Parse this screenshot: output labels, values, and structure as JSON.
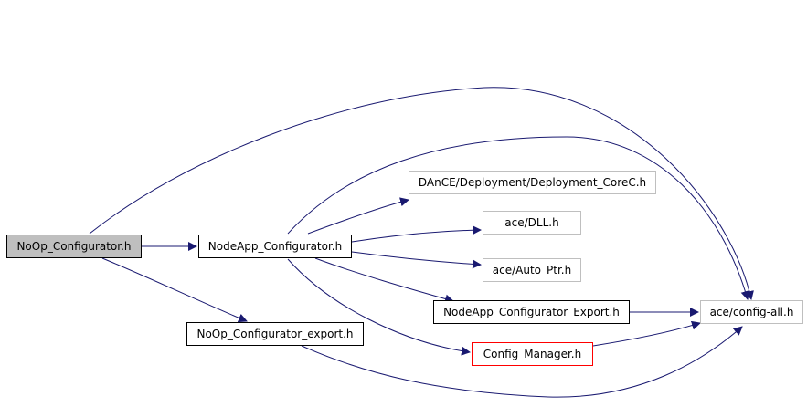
{
  "diagram": {
    "edge_color": "#191970",
    "nodes": [
      {
        "id": "noop",
        "label": "NoOp_Configurator.h",
        "style": "current"
      },
      {
        "id": "nodeapp",
        "label": "NodeApp_Configurator.h",
        "style": "normal"
      },
      {
        "id": "noop_export",
        "label": "NoOp_Configurator_export.h",
        "style": "normal"
      },
      {
        "id": "dance",
        "label": "DAnCE/Deployment/Deployment_CoreC.h",
        "style": "external"
      },
      {
        "id": "dll",
        "label": "ace/DLL.h",
        "style": "external"
      },
      {
        "id": "autoptr",
        "label": "ace/Auto_Ptr.h",
        "style": "external"
      },
      {
        "id": "nodeapp_export",
        "label": "NodeApp_Configurator_Export.h",
        "style": "normal"
      },
      {
        "id": "config_mgr",
        "label": "Config_Manager.h",
        "style": "warn"
      },
      {
        "id": "config_all",
        "label": "ace/config-all.h",
        "style": "external"
      }
    ],
    "edges": [
      {
        "from": "noop",
        "to": "nodeapp"
      },
      {
        "from": "noop",
        "to": "noop_export"
      },
      {
        "from": "noop",
        "to": "config_all"
      },
      {
        "from": "nodeapp",
        "to": "dance"
      },
      {
        "from": "nodeapp",
        "to": "dll"
      },
      {
        "from": "nodeapp",
        "to": "autoptr"
      },
      {
        "from": "nodeapp",
        "to": "nodeapp_export"
      },
      {
        "from": "nodeapp",
        "to": "config_mgr"
      },
      {
        "from": "nodeapp",
        "to": "config_all"
      },
      {
        "from": "noop_export",
        "to": "config_all"
      },
      {
        "from": "nodeapp_export",
        "to": "config_all"
      },
      {
        "from": "config_mgr",
        "to": "config_all"
      }
    ]
  }
}
